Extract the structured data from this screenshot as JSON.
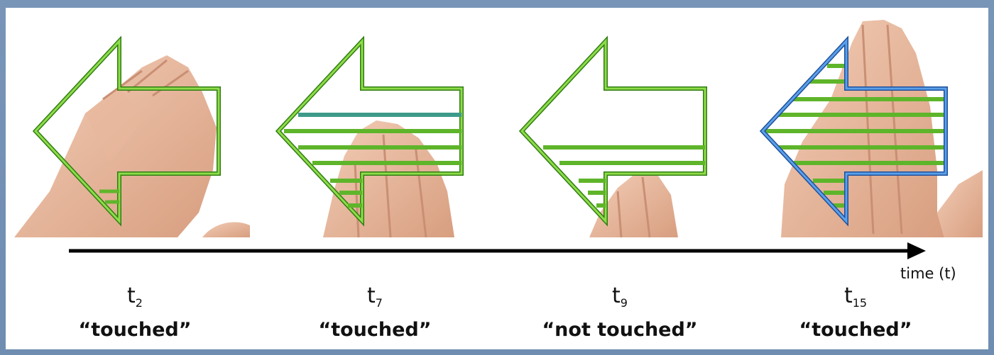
{
  "frames": [
    {
      "time_base": "t",
      "time_sub": "2",
      "status": "“touched”",
      "touched": true,
      "outline_color": "#6cc02a"
    },
    {
      "time_base": "t",
      "time_sub": "7",
      "status": "“touched”",
      "touched": true,
      "outline_color": "#6cc02a"
    },
    {
      "time_base": "t",
      "time_sub": "9",
      "status": "“not touched”",
      "touched": false,
      "outline_color": "#6cc02a"
    },
    {
      "time_base": "t",
      "time_sub": "15",
      "status": "“touched”",
      "touched": true,
      "outline_color": "#3f7fd0"
    }
  ],
  "axis": {
    "label": "time (t)"
  },
  "colors": {
    "green": "#6cc02a",
    "blue": "#3f7fd0",
    "skin": "#e6b59a",
    "teal": "#3d9a8a"
  }
}
